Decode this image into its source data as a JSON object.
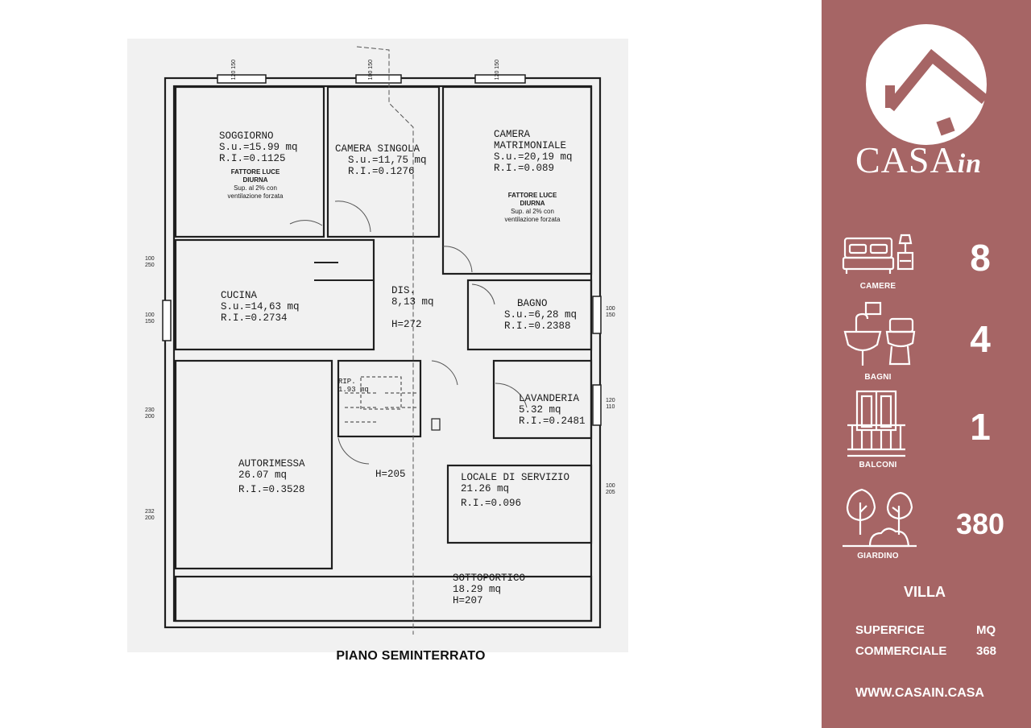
{
  "plan": {
    "title": "PIANO SEMINTERRATO",
    "rooms": {
      "soggiorno": {
        "name": "SOGGIORNO",
        "area": "S.u.=15.99 mq",
        "ri": "R.I.=0.1125"
      },
      "camera_singola": {
        "name": "CAMERA SINGOLA",
        "area": "S.u.=11,75 mq",
        "ri": "R.I.=0.1276"
      },
      "camera_matrimoniale": {
        "name1": "CAMERA",
        "name2": "MATRIMONIALE",
        "area": "S.u.=20,19 mq",
        "ri": "R.I.=0.089"
      },
      "cucina": {
        "name": "CUCINA",
        "area": "S.u.=14,63 mq",
        "ri": "R.I.=0.2734"
      },
      "dis": {
        "name": "DIS.",
        "area": "8,13 mq",
        "h": "H=272"
      },
      "bagno": {
        "name": "BAGNO",
        "area": "S.u.=6,28 mq",
        "ri": "R.I.=0.2388"
      },
      "lavanderia": {
        "name": "LAVANDERIA",
        "area": "5.32 mq",
        "ri": "R.I.=0.2481"
      },
      "rip": {
        "name": "RIP.",
        "area": "1.93 mq"
      },
      "autorimessa": {
        "name": "AUTORIMESSA",
        "area": "26.07 mq",
        "ri": "R.I.=0.3528"
      },
      "locale_servizio": {
        "name": "LOCALE DI SERVIZIO",
        "area": "21.26 mq",
        "ri": "R.I.=0.096"
      },
      "h205": "H=205",
      "sottoportico": {
        "name": "SOTTOPORTICO",
        "area": "18.29 mq",
        "h": "H=207"
      }
    },
    "fattore_luce": {
      "line1": "FATTORE LUCE",
      "line2": "DIURNA",
      "line3": "Sup. al 2% con",
      "line4": "ventilazione forzata"
    },
    "windows": {
      "w1": [
        "120",
        "150"
      ],
      "w2": [
        "100",
        "150"
      ],
      "w3": [
        "120",
        "150"
      ],
      "l1": [
        "100",
        "250"
      ],
      "l2": [
        "100",
        "150"
      ],
      "l3": [
        "230",
        "200"
      ],
      "l4": [
        "232",
        "200"
      ],
      "r1": [
        "100",
        "150"
      ],
      "r2": [
        "120",
        "110"
      ],
      "r3": [
        "100",
        "205"
      ]
    }
  },
  "sidebar": {
    "brand_main": "CASA",
    "brand_suffix": "in",
    "features": [
      {
        "label": "CAMERE",
        "value": "8",
        "icon": "bed-icon"
      },
      {
        "label": "BAGNI",
        "value": "4",
        "icon": "bathroom-icon"
      },
      {
        "label": "BALCONI",
        "value": "1",
        "icon": "balcony-icon"
      },
      {
        "label": "GIARDINO",
        "value": "380",
        "icon": "trees-icon"
      }
    ],
    "property_type": "VILLA",
    "surface_label_1": "SUPERFICE",
    "surface_label_2": "COMMERCIALE",
    "surface_unit": "MQ",
    "surface_value": "368",
    "website": "WWW.CASAIN.CASA"
  },
  "colors": {
    "sidebar_bg": "#a66565",
    "plan_bg": "#f1f1f1"
  }
}
